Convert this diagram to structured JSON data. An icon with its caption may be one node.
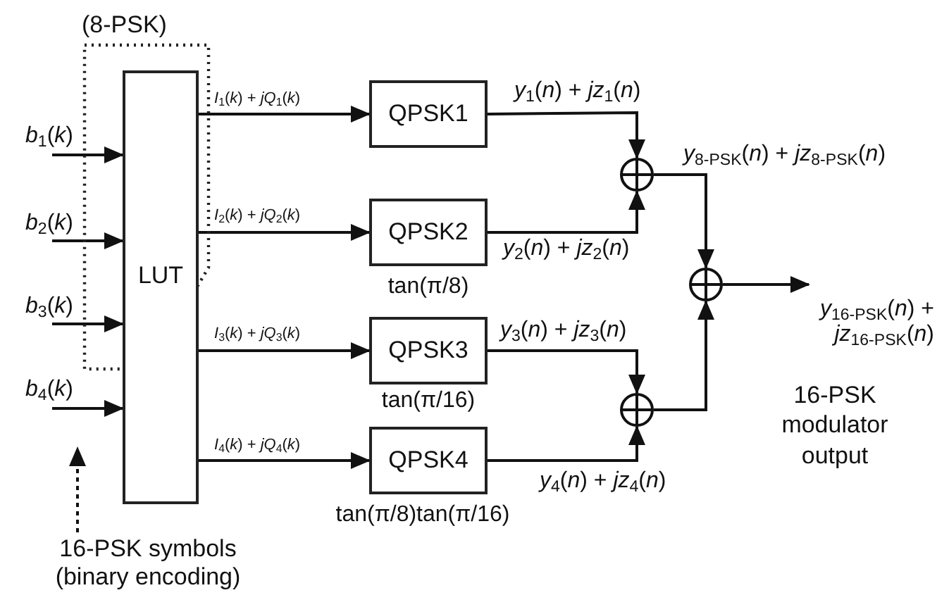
{
  "diagram": {
    "nodes": [
      {
        "text": [
          "(8-PSK)"
        ]
      },
      {
        "text": [
          "LUT"
        ]
      },
      {
        "text": [
          "QPSK1"
        ]
      },
      {
        "text": [
          "QPSK2"
        ],
        "beside": [
          "tan(π/8)"
        ]
      },
      {
        "text": [
          "QPSK3"
        ],
        "beside": [
          "tan(π/16)"
        ]
      },
      {
        "text": [
          "QPSK4"
        ],
        "beside": [
          "tan(π/8)tan(π/16)"
        ]
      },
      {
        "text": [],
        "shape": "circle"
      },
      {
        "text": [],
        "shape": "circle"
      },
      {
        "text": [],
        "shape": "circle"
      },
      {
        "text": [
          "16-PSK symbols (binary encoding)"
        ]
      }
    ],
    "edges": [
      {
        "from": null,
        "to": 1,
        "arrow": "to",
        "label": "*b*$_{1}$(*k*)"
      },
      {
        "from": null,
        "to": 1,
        "arrow": "to",
        "label": "*b*$_{2}$(*k*)"
      },
      {
        "from": null,
        "to": 1,
        "arrow": "to",
        "label": "*b*$_{3}$(*k*)"
      },
      {
        "from": null,
        "to": 1,
        "arrow": "to",
        "label": "*b*$_{4}$(*k*)"
      },
      {
        "from": 1,
        "to": 2,
        "arrow": "to",
        "label": "*I*$_{1}$(*k*) + *jQ*$_{1}$(*k*)"
      },
      {
        "from": 1,
        "to": 3,
        "arrow": "to",
        "label": "*I*$_{2}$(*k*) + *jQ*$_{2}$(*k*)"
      },
      {
        "from": 1,
        "to": 4,
        "arrow": "to",
        "label": "*I*$_{3}$(*k*) + *jQ*$_{3}$(*k*)"
      },
      {
        "from": 1,
        "to": 5,
        "arrow": "to",
        "label": "*I*$_{4}$(*k*) + *jQ*$_{4}$(*k*)"
      },
      {
        "from": 2,
        "to": 6,
        "arrow": "to",
        "label": "*y*$_{1}$(*n*) + *jz*$_{1}$(*n*)"
      },
      {
        "from": 3,
        "to": 6,
        "arrow": "to",
        "label": "*y*$_{2}$(*n*) + *jz*$_{2}$(*n*)"
      },
      {
        "from": 4,
        "to": 7,
        "arrow": "to",
        "label": "*y*$_{3}$(*n*) + *jz*$_{3}$(*n*)"
      },
      {
        "from": 5,
        "to": 7,
        "arrow": "to",
        "label": "*y*$_{4}$(*n*) + *jz*$_{4}$(*n*)"
      },
      {
        "from": 6,
        "to": 8,
        "arrow": "to",
        "label": "*y*$_{8-PSK}$(*n*) + *jz*$_{8-PSK}$(*n*)"
      },
      {
        "from": 7,
        "to": 8,
        "arrow": "to"
      },
      {
        "from": 8,
        "to": null,
        "arrow": "to",
        "label": "*y*$_{16-PSK}$(*n*) + *jz*$_{16-PSK}$(*n*)"
      },
      {
        "from": 9,
        "to": null,
        "arrow": "to",
        "style": "dashed"
      }
    ],
    "labels": [
      "16-PSK modulator output"
    ]
  }
}
